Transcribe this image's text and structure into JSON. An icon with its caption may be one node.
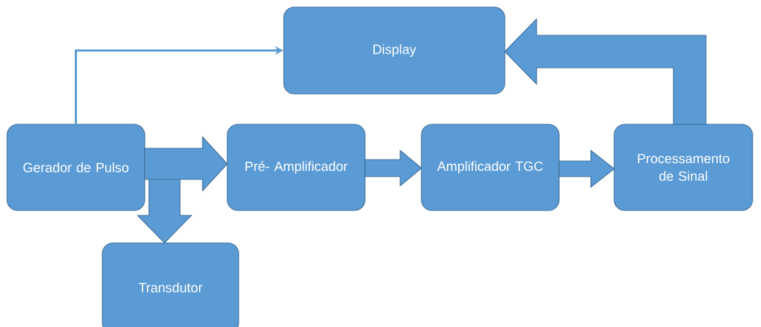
{
  "diagram": {
    "nodes": [
      {
        "text": [
          "Display"
        ]
      },
      {
        "text": [
          "Gerador de Pulso"
        ]
      },
      {
        "text": [
          "Pré- Amplificador"
        ]
      },
      {
        "text": [
          "Amplificador TGC"
        ]
      },
      {
        "text": [
          "Processamento de Sinal"
        ]
      },
      {
        "text": [
          "Transdutor"
        ]
      }
    ],
    "edges": [
      {
        "from": 1,
        "to": 0,
        "arrow": "to"
      },
      {
        "from": 1,
        "to": 5,
        "arrow": "to",
        "style": "thick"
      },
      {
        "from": 1,
        "to": 2,
        "arrow": "to",
        "style": "thick"
      },
      {
        "from": 2,
        "to": 3,
        "arrow": "to",
        "style": "thick"
      },
      {
        "from": 3,
        "to": 4,
        "arrow": "to",
        "style": "thick"
      },
      {
        "from": 4,
        "to": 0,
        "arrow": "to",
        "style": "thick"
      }
    ]
  }
}
